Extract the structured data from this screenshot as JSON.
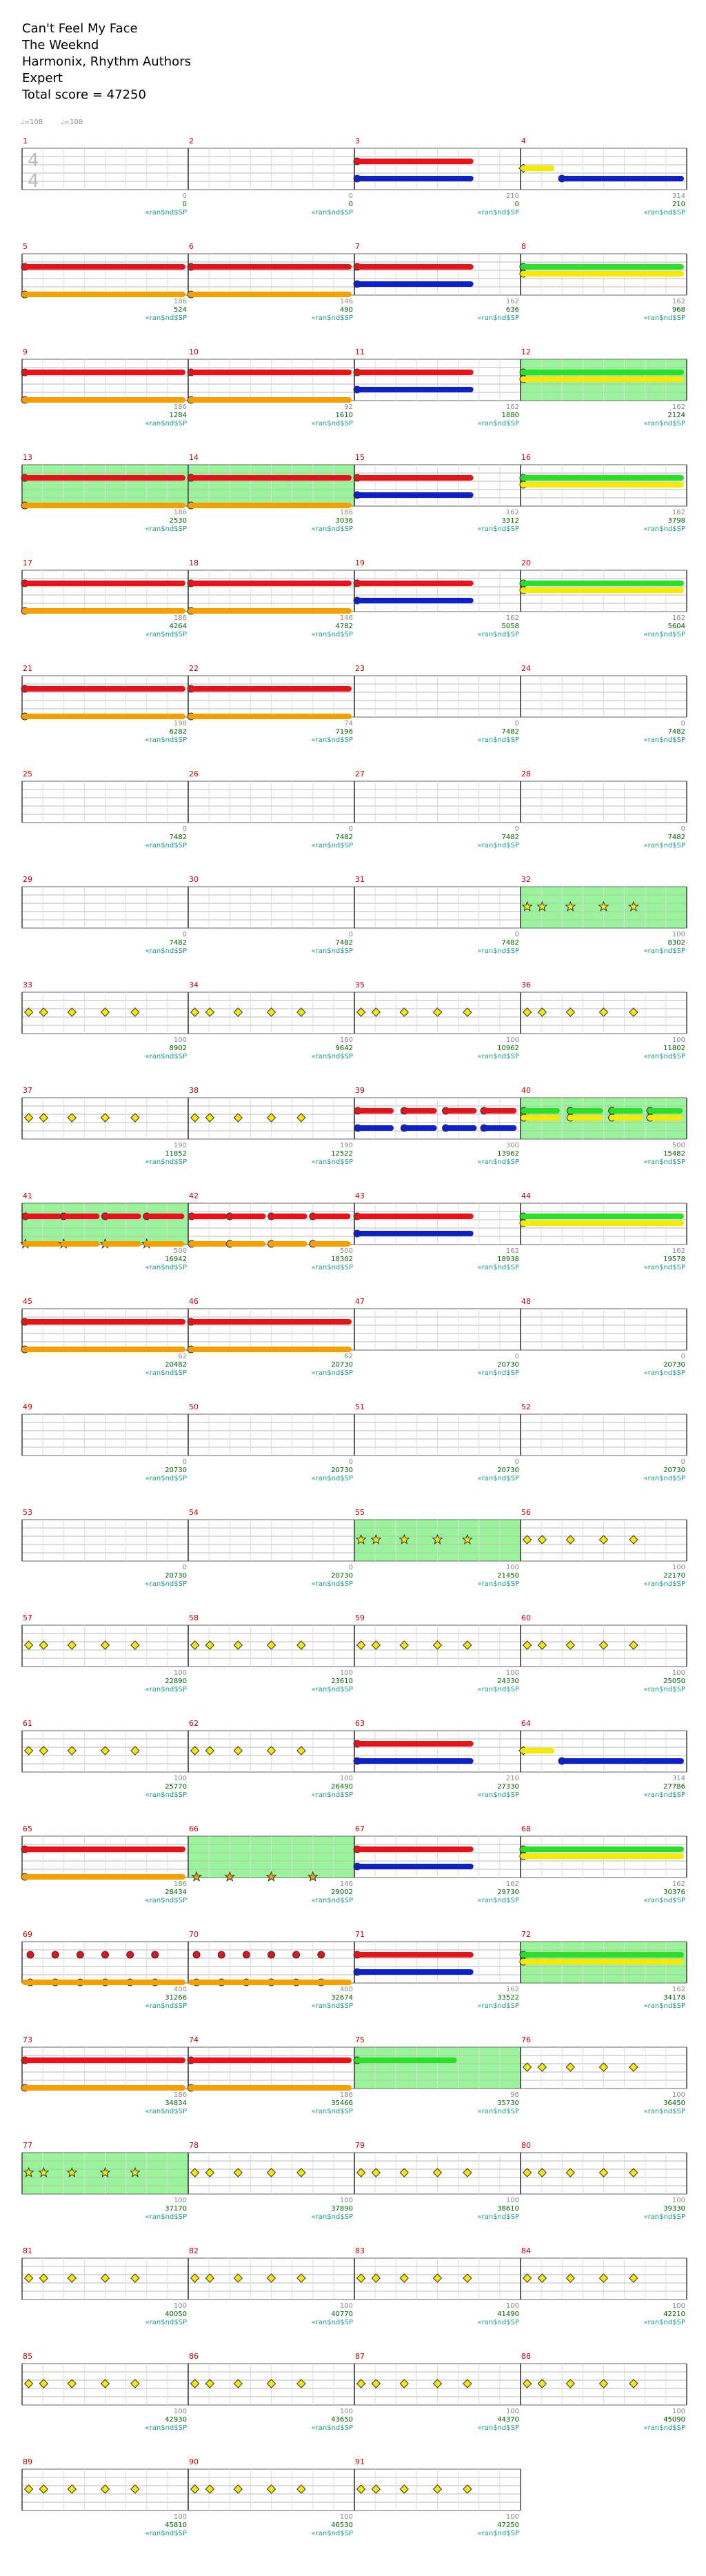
{
  "header": {
    "song": "Can't Feel My Face",
    "artist": "The Weeknd",
    "charter": "Harmonix, Rhythm Authors",
    "difficulty": "Expert",
    "total_score": "Total score = 47250"
  },
  "bpm_markers": [
    "♩=108",
    "♩=108"
  ],
  "time_signature": [
    "4",
    "4"
  ],
  "colors": {
    "red": "#e8121b",
    "blue": "#1020c8",
    "yellow": "#f5ea00",
    "green": "#28e028",
    "orange": "#f5a000",
    "sp_fill": "#9af59a",
    "measure_number": "#cc0000",
    "score": "#006400",
    "counter": "#8a8a8a",
    "spc": "#1a9a8a"
  },
  "measure_numbers": [
    "1",
    "2",
    "3",
    "4",
    "5",
    "6",
    "7",
    "8",
    "9",
    "10",
    "11",
    "12",
    "13",
    "14",
    "15",
    "16",
    "17",
    "18",
    "19",
    "20",
    "21",
    "22",
    "23",
    "24",
    "25",
    "26",
    "27",
    "28",
    "29",
    "30",
    "31",
    "32",
    "33",
    "34",
    "35",
    "36",
    "37",
    "38",
    "39",
    "40",
    "41",
    "42",
    "43",
    "44",
    "45",
    "46",
    "47",
    "48",
    "49",
    "50",
    "51",
    "52",
    "53",
    "54",
    "55",
    "56",
    "57",
    "58",
    "59",
    "60",
    "61",
    "62",
    "63",
    "64",
    "65",
    "66",
    "67",
    "68",
    "69",
    "70",
    "71",
    "72",
    "73",
    "74",
    "75",
    "76",
    "77",
    "78",
    "79",
    "80",
    "81",
    "82",
    "83",
    "84",
    "85",
    "86",
    "87",
    "88",
    "89",
    "90",
    "91"
  ],
  "measure_counters": [
    "0",
    "0",
    "210",
    "314",
    "186",
    "146",
    "162",
    "162",
    "186",
    "92",
    "162",
    "162",
    "186",
    "186",
    "162",
    "162",
    "186",
    "146",
    "162",
    "162",
    "198",
    "74",
    "0",
    "0",
    "0",
    "0",
    "0",
    "0",
    "0",
    "0",
    "0",
    "100",
    "100",
    "160",
    "100",
    "100",
    "190",
    "190",
    "300",
    "500",
    "500",
    "500",
    "162",
    "162",
    "62",
    "62",
    "0",
    "0",
    "0",
    "0",
    "0",
    "0",
    "0",
    "0",
    "100",
    "100",
    "100",
    "100",
    "100",
    "100",
    "100",
    "100",
    "210",
    "314",
    "186",
    "146",
    "162",
    "162",
    "400",
    "400",
    "162",
    "162",
    "186",
    "186",
    "96",
    "100",
    "100",
    "100",
    "100",
    "100",
    "100",
    "100",
    "100",
    "100",
    "100",
    "100",
    "100",
    "100",
    "100",
    "100",
    "100"
  ],
  "measure_scores": [
    "0",
    "0",
    "0",
    "210",
    "524",
    "490",
    "636",
    "968",
    "1284",
    "1610",
    "1880",
    "2124",
    "2530",
    "3036",
    "3312",
    "3798",
    "4264",
    "4782",
    "5058",
    "5604",
    "6282",
    "7196",
    "7482",
    "7482",
    "7482",
    "7482",
    "7482",
    "7482",
    "7482",
    "7482",
    "7482",
    "8302",
    "8902",
    "9642",
    "10962",
    "11802",
    "11852",
    "12522",
    "13962",
    "15482",
    "16942",
    "18302",
    "18938",
    "19578",
    "20482",
    "20730",
    "20730",
    "20730",
    "20730",
    "20730",
    "20730",
    "20730",
    "20730",
    "20730",
    "21450",
    "22170",
    "22890",
    "23610",
    "24330",
    "25050",
    "25770",
    "26490",
    "27330",
    "27786",
    "28434",
    "29002",
    "29730",
    "30376",
    "31266",
    "32674",
    "33522",
    "34178",
    "34834",
    "35466",
    "35730",
    "36450",
    "37170",
    "37890",
    "38610",
    "39330",
    "40050",
    "40770",
    "41490",
    "42210",
    "42930",
    "43650",
    "44370",
    "45090",
    "45810",
    "46530",
    "47250"
  ],
  "spc_label": "«ran$nd$SP",
  "chart_data": {
    "type": "drum-chart",
    "title": "Can't Feel My Face",
    "lanes": [
      "red",
      "yellow",
      "blue",
      "green",
      "orange"
    ],
    "measures": 91,
    "total_score": 47250,
    "score_per_measure": [
      0,
      0,
      0,
      210,
      524,
      490,
      636,
      968,
      1284,
      1610,
      1880,
      2124,
      2530,
      3036,
      3312,
      3798,
      4264,
      4782,
      5058,
      5604,
      6282,
      7196,
      7482,
      7482,
      7482,
      7482,
      7482,
      7482,
      7482,
      7482,
      7482,
      8302,
      8902,
      9642,
      10962,
      11802,
      11852,
      12522,
      13962,
      15482,
      16942,
      18302,
      18938,
      19578,
      20482,
      20730,
      20730,
      20730,
      20730,
      20730,
      20730,
      20730,
      20730,
      20730,
      21450,
      22170,
      22890,
      23610,
      24330,
      25050,
      25770,
      26490,
      27330,
      27786,
      28434,
      29002,
      29730,
      30376,
      31266,
      32674,
      33522,
      34178,
      34834,
      35466,
      35730,
      36450,
      37170,
      37890,
      38610,
      39330,
      40050,
      40770,
      41490,
      42210,
      42930,
      43650,
      44370,
      45090,
      45810,
      46530,
      47250
    ],
    "starpower_measures": [
      12,
      13,
      14,
      32,
      40,
      41,
      55,
      66,
      72,
      75,
      77
    ],
    "measure_patterns": [
      "empty",
      "empty",
      "sus_rb",
      "riff",
      "sus_ro",
      "sus_ro",
      "sus_rb",
      "sus_gy",
      "sus_ro",
      "sus_ro",
      "sus_rb",
      "sus_gy",
      "sus_ro",
      "sus_ro",
      "sus_rb",
      "sus_gy",
      "sus_ro",
      "sus_ro",
      "sus_rb",
      "sus_gy",
      "sus_ro",
      "sus_ro",
      "empty",
      "empty",
      "empty",
      "empty",
      "empty",
      "empty",
      "empty",
      "empty",
      "empty",
      "yel_stars",
      "yel",
      "yel",
      "yel",
      "yel",
      "yel",
      "yel",
      "rb_runs",
      "gy_runs",
      "sp_run",
      "ro_run",
      "sus_rb",
      "sus_gy",
      "sus_ro",
      "sus_ro",
      "empty",
      "empty",
      "empty",
      "empty",
      "empty",
      "empty",
      "empty",
      "empty",
      "yel_stars",
      "yel",
      "yel",
      "yel",
      "yel",
      "yel",
      "yel",
      "yel",
      "sus_rb",
      "riff",
      "sus_ro",
      "sp_stars",
      "sus_rb",
      "sus_gy",
      "ro_dots",
      "ro_dots",
      "sus_rb",
      "sus_gy",
      "sus_ro",
      "sus_ro",
      "green_short",
      "yel",
      "yel_stars",
      "yel",
      "yel",
      "yel",
      "yel",
      "yel",
      "yel",
      "yel",
      "yel",
      "yel",
      "yel",
      "yel",
      "yel",
      "yel",
      "yel"
    ]
  }
}
